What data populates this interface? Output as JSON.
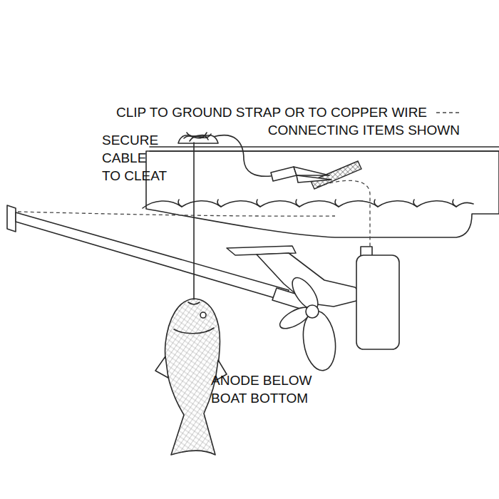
{
  "diagram": {
    "labels": [
      "CLIP TO GROUND STRAP OR TO COPPER WIRE CONNECTING ITEMS SHOWN",
      "SECURE CABLE TO CLEAT",
      "ANODE BELOW BOAT BOTTOM"
    ]
  }
}
